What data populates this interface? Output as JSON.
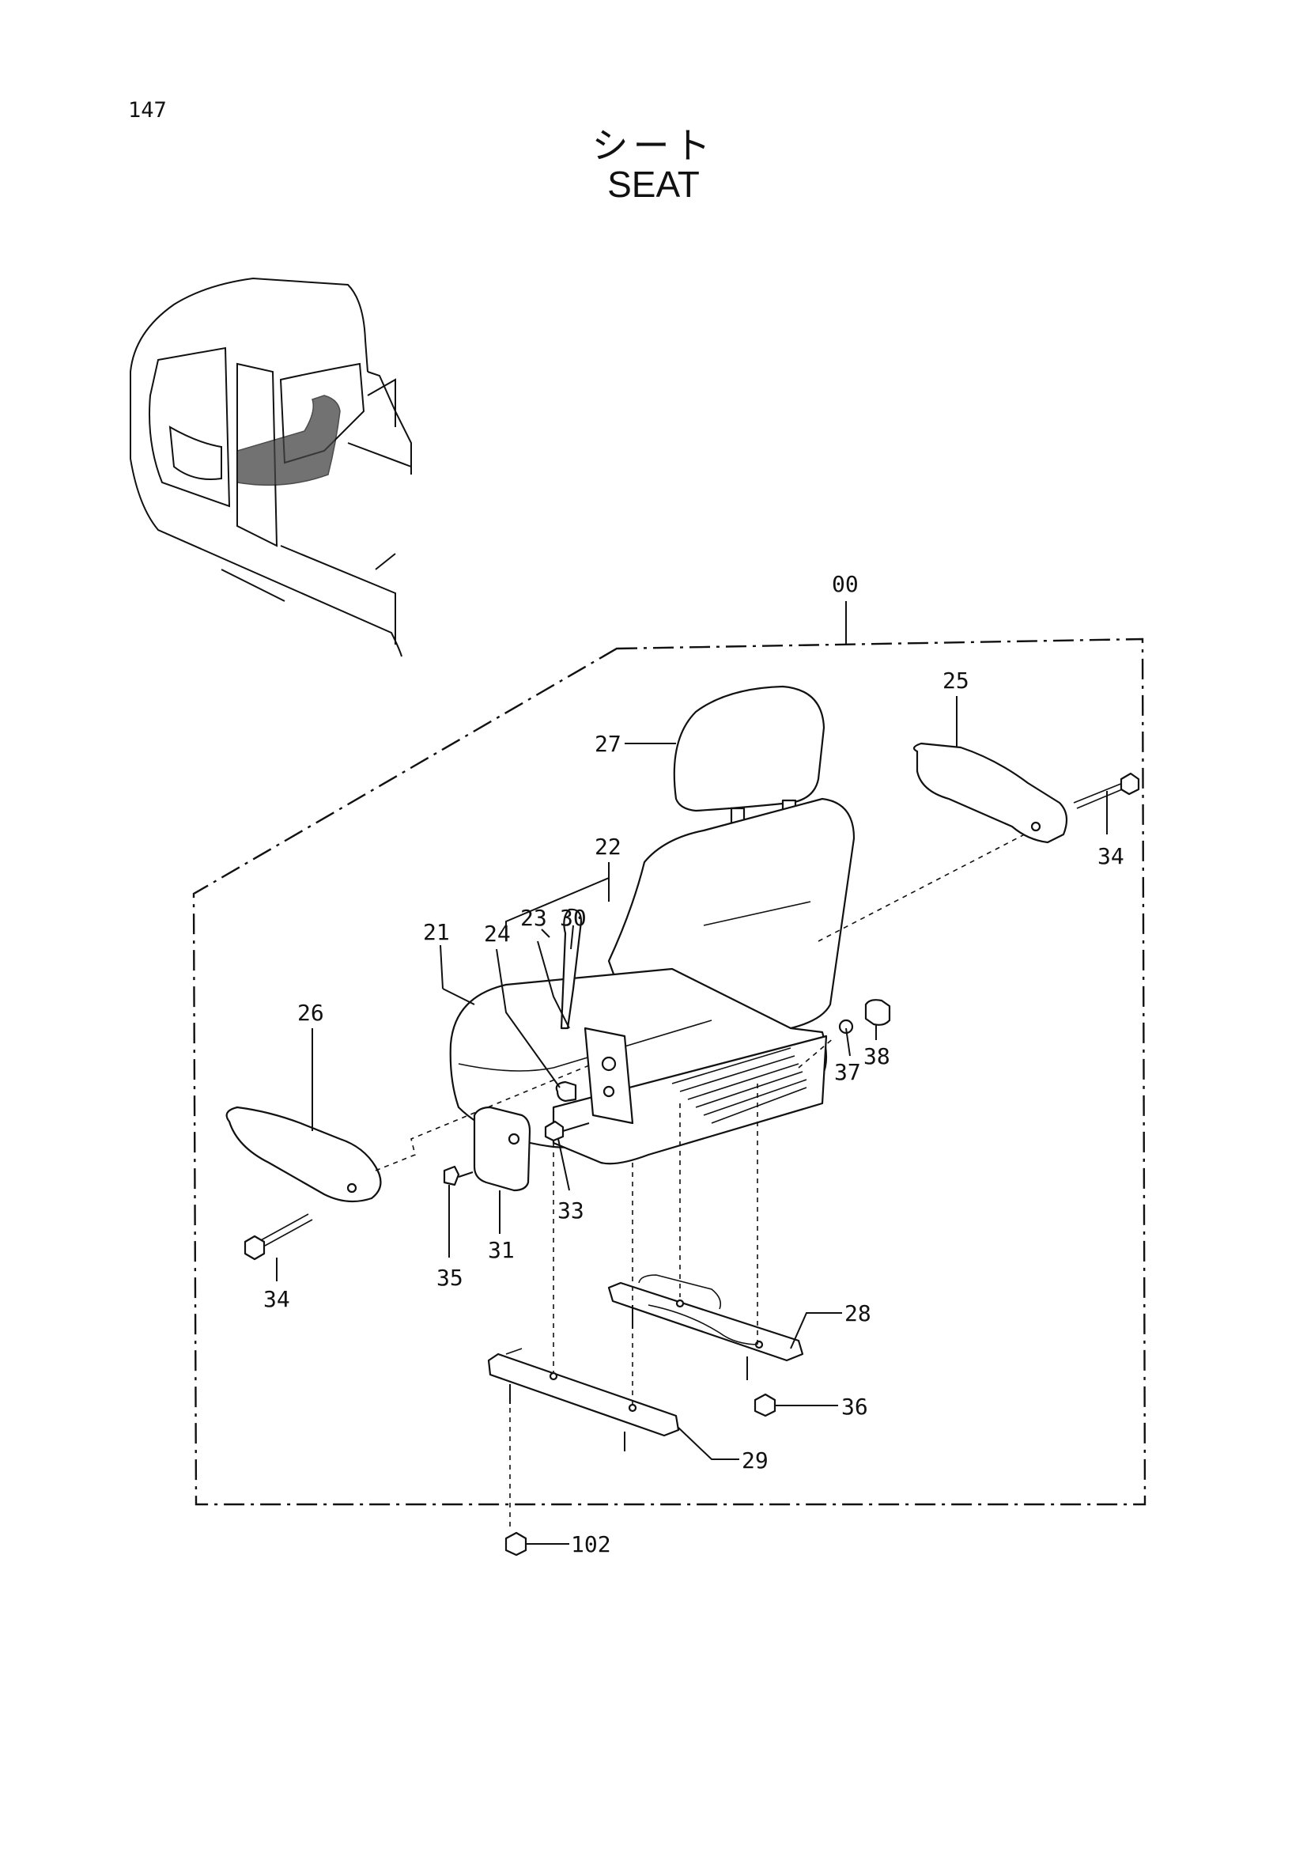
{
  "page_number": "147",
  "title_jp": "シート",
  "title_en": "SEAT",
  "callouts": {
    "c00": "00",
    "c21": "21",
    "c22": "22",
    "c23": "23",
    "c24": "24",
    "c25": "25",
    "c26": "26",
    "c27": "27",
    "c28": "28",
    "c29": "29",
    "c30": "30",
    "c31": "31",
    "c33": "33",
    "c34a": "34",
    "c34b": "34",
    "c35": "35",
    "c36": "36",
    "c37": "37",
    "c38": "38",
    "c102": "102"
  }
}
